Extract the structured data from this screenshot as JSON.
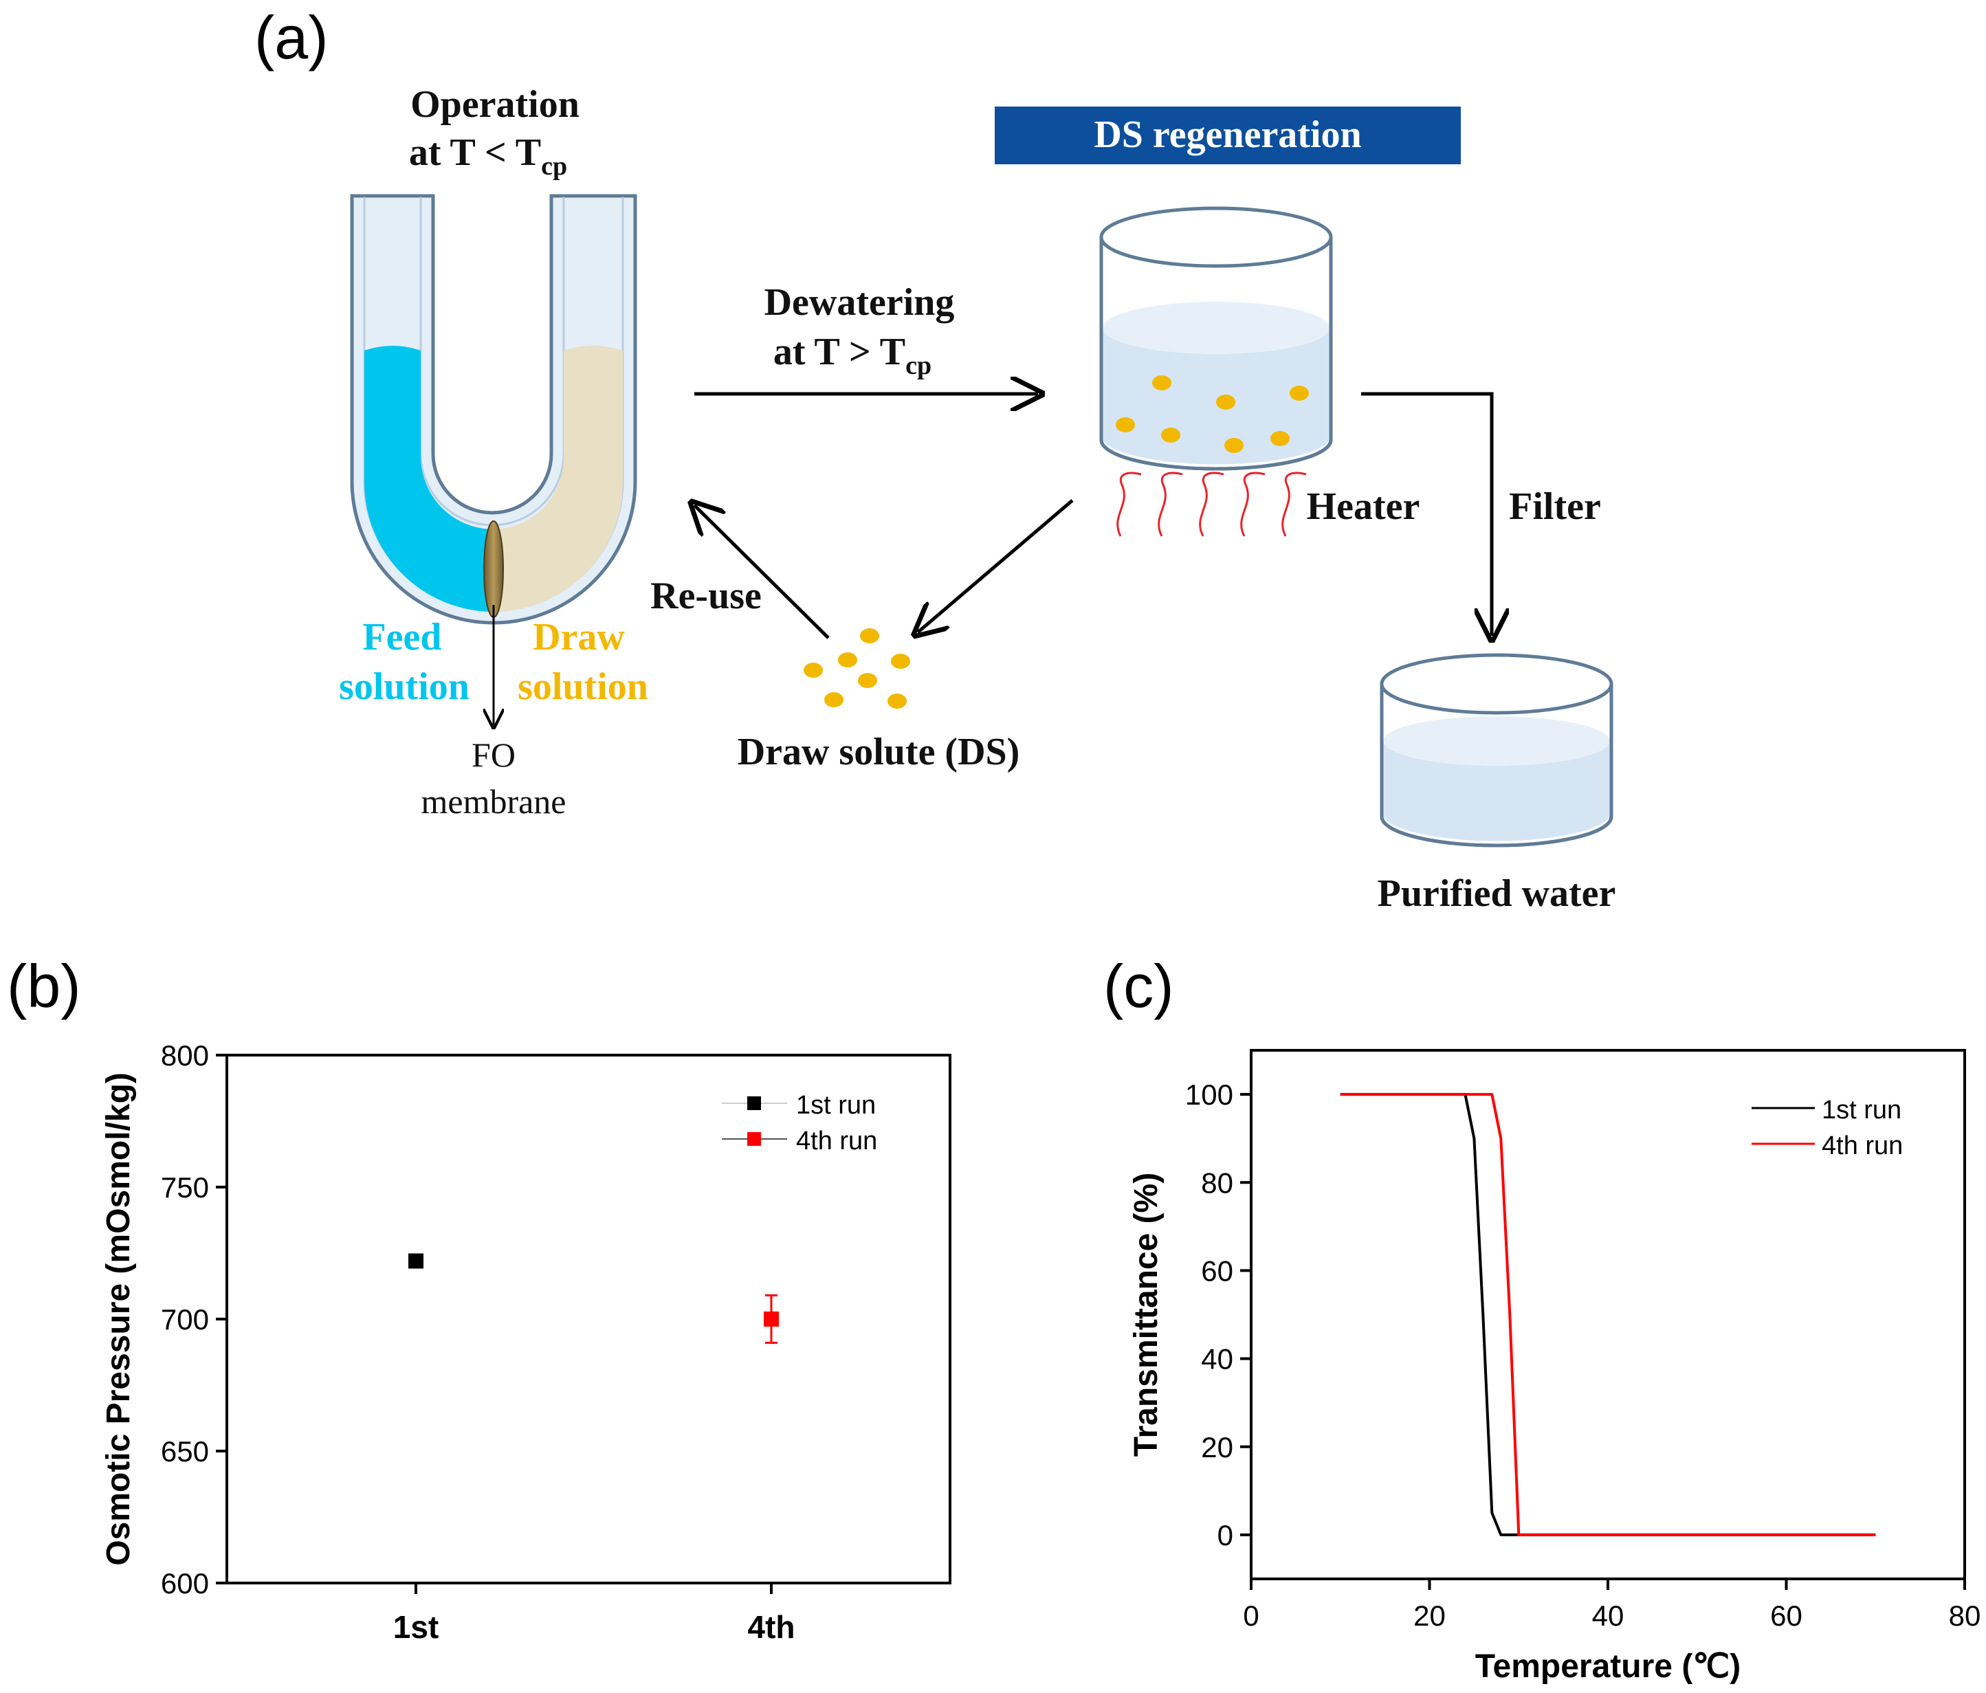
{
  "panel_a": {
    "label": "(a)",
    "operation_line1": "Operation",
    "operation_line2": "at T < T",
    "operation_sub": "cp",
    "ds_regeneration": "DS regeneration",
    "dewatering_line1": "Dewatering",
    "dewatering_line2": "at T > T",
    "dewatering_sub": "cp",
    "heater": "Heater",
    "filter": "Filter",
    "reuse": "Re-use",
    "feed_line1": "Feed",
    "feed_line2": "solution",
    "draw_line1": "Draw",
    "draw_line2": "solution",
    "fo_line1": "FO",
    "fo_line2": "membrane",
    "draw_solute": "Draw solute (DS)",
    "purified_water": "Purified water",
    "colors": {
      "feed": "#00c5ec",
      "draw": "#e8dfc4",
      "draw_text": "#f2b800",
      "banner": "#0d4f9c",
      "solute": "#f2b800",
      "water": "#d5e5f3",
      "heat": "#e8232a"
    }
  },
  "panel_b": {
    "label": "(b)"
  },
  "panel_c": {
    "label": "(c)"
  },
  "chart_data": [
    {
      "type": "scatter",
      "ylabel": "Osmotic Pressure (mOsmol/kg)",
      "xlabel": "",
      "categories": [
        "1st",
        "4th"
      ],
      "ylim": [
        600,
        800
      ],
      "yticks": [
        600,
        650,
        700,
        750,
        800
      ],
      "legend_position": "top-right",
      "series": [
        {
          "name": "1st run",
          "color": "#000000",
          "category": "1st",
          "value": 722,
          "error": 0
        },
        {
          "name": "4th run",
          "color": "#ff0000",
          "category": "4th",
          "value": 700,
          "error": 9
        }
      ]
    },
    {
      "type": "line",
      "xlabel": "Temperature (℃)",
      "ylabel": "Transmittance (%)",
      "xlim": [
        0,
        80
      ],
      "ylim": [
        -10,
        110
      ],
      "xticks": [
        0,
        20,
        40,
        60,
        80
      ],
      "yticks": [
        0,
        20,
        40,
        60,
        80,
        100
      ],
      "legend_position": "top-right",
      "series": [
        {
          "name": "1st run",
          "color": "#000000",
          "x": [
            10,
            24,
            25,
            26,
            27,
            28,
            30,
            70
          ],
          "y": [
            100,
            100,
            90,
            50,
            5,
            0,
            0,
            0
          ]
        },
        {
          "name": "4th run",
          "color": "#ff0000",
          "x": [
            10,
            27,
            28,
            29,
            30,
            70
          ],
          "y": [
            100,
            100,
            90,
            50,
            0,
            0
          ]
        }
      ]
    }
  ]
}
